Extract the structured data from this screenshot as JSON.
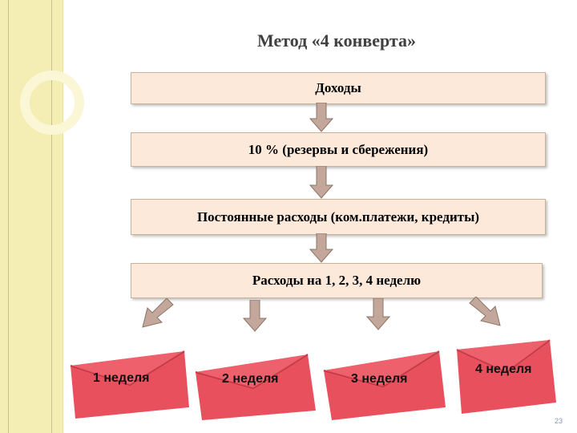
{
  "title": "Метод «4 конверта»",
  "boxes": {
    "income": "Доходы",
    "savings": "10 %  (резервы и сбережения)",
    "fixed": "Постоянные расходы (ком.платежи, кредиты)",
    "weekly": "Расходы на 1, 2, 3, 4 неделю"
  },
  "envelopes": [
    "1 неделя",
    "2 неделя",
    "3 неделя",
    "4 неделя"
  ],
  "page_number": "23",
  "colors": {
    "box_fill": "#fde9d9",
    "arrow_fill": "#c3a79b",
    "envelope": "#e8505d",
    "sidebar": "#f5eeb4"
  }
}
